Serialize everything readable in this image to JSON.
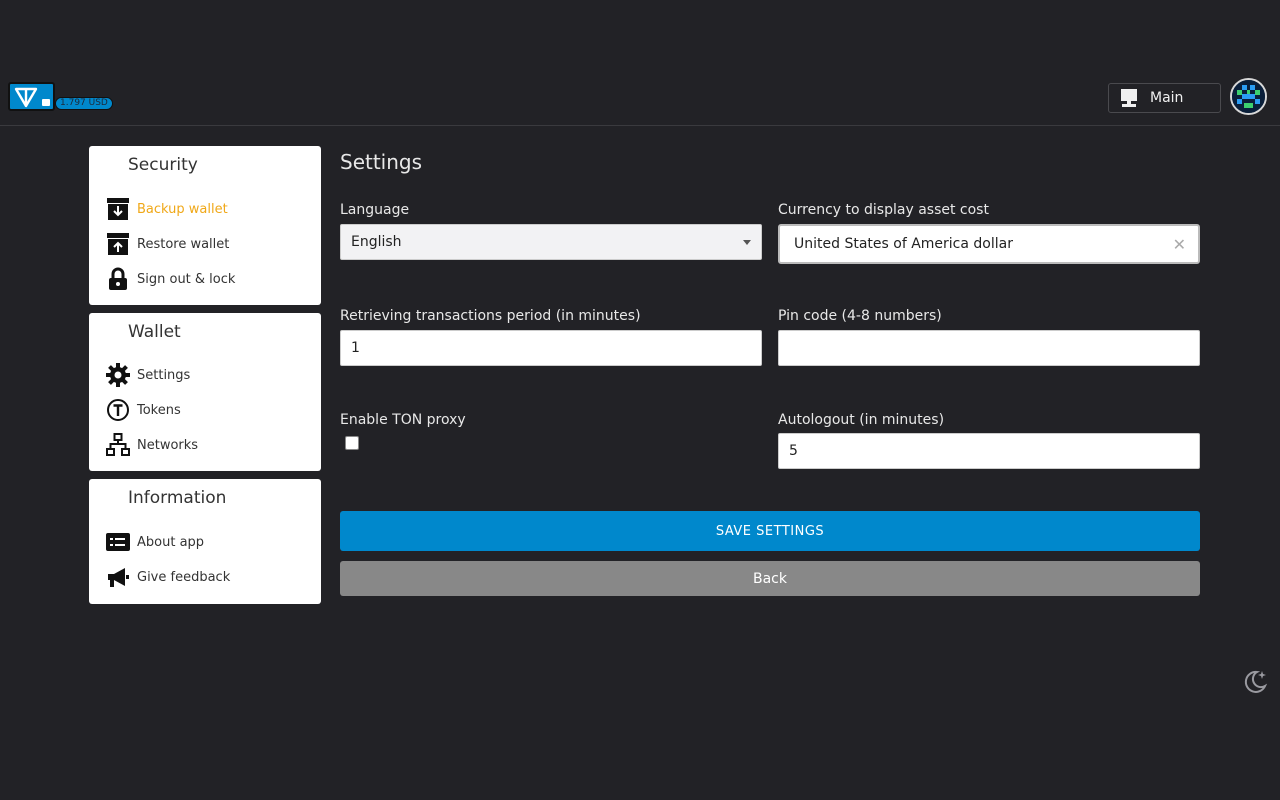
{
  "header": {
    "balance": "1.797 USD",
    "network_label": "Main",
    "icons": {
      "logo": "ton-logo",
      "network": "monitor-icon",
      "avatar": "avatar"
    }
  },
  "sidebar": {
    "sections": [
      {
        "title": "Security",
        "items": [
          {
            "label": "Backup wallet",
            "icon": "archive-down-icon",
            "active": true
          },
          {
            "label": "Restore wallet",
            "icon": "archive-up-icon",
            "active": false
          },
          {
            "label": "Sign out & lock",
            "icon": "lock-icon",
            "active": false
          }
        ]
      },
      {
        "title": "Wallet",
        "items": [
          {
            "label": "Settings",
            "icon": "gear-icon",
            "active": false
          },
          {
            "label": "Tokens",
            "icon": "token-icon",
            "active": false
          },
          {
            "label": "Networks",
            "icon": "network-icon",
            "active": false
          }
        ]
      },
      {
        "title": "Information",
        "items": [
          {
            "label": "About app",
            "icon": "info-card-icon",
            "active": false
          },
          {
            "label": "Give feedback",
            "icon": "megaphone-icon",
            "active": false
          }
        ]
      }
    ]
  },
  "main": {
    "title": "Settings",
    "language": {
      "label": "Language",
      "value": "English"
    },
    "currency": {
      "label": "Currency to display asset cost",
      "value": "United States of America dollar",
      "clear": "✕"
    },
    "period": {
      "label": "Retrieving transactions period (in minutes)",
      "value": "1"
    },
    "pin": {
      "label": "Pin code (4-8 numbers)",
      "value": ""
    },
    "proxy": {
      "label": "Enable TON proxy",
      "checked": false
    },
    "autologout": {
      "label": "Autologout (in minutes)",
      "value": "5"
    },
    "save_label": "SAVE SETTINGS",
    "back_label": "Back"
  },
  "colors": {
    "background": "#222226",
    "accent": "#0088cc",
    "active_item": "#f0a818",
    "back_button": "#888888"
  }
}
